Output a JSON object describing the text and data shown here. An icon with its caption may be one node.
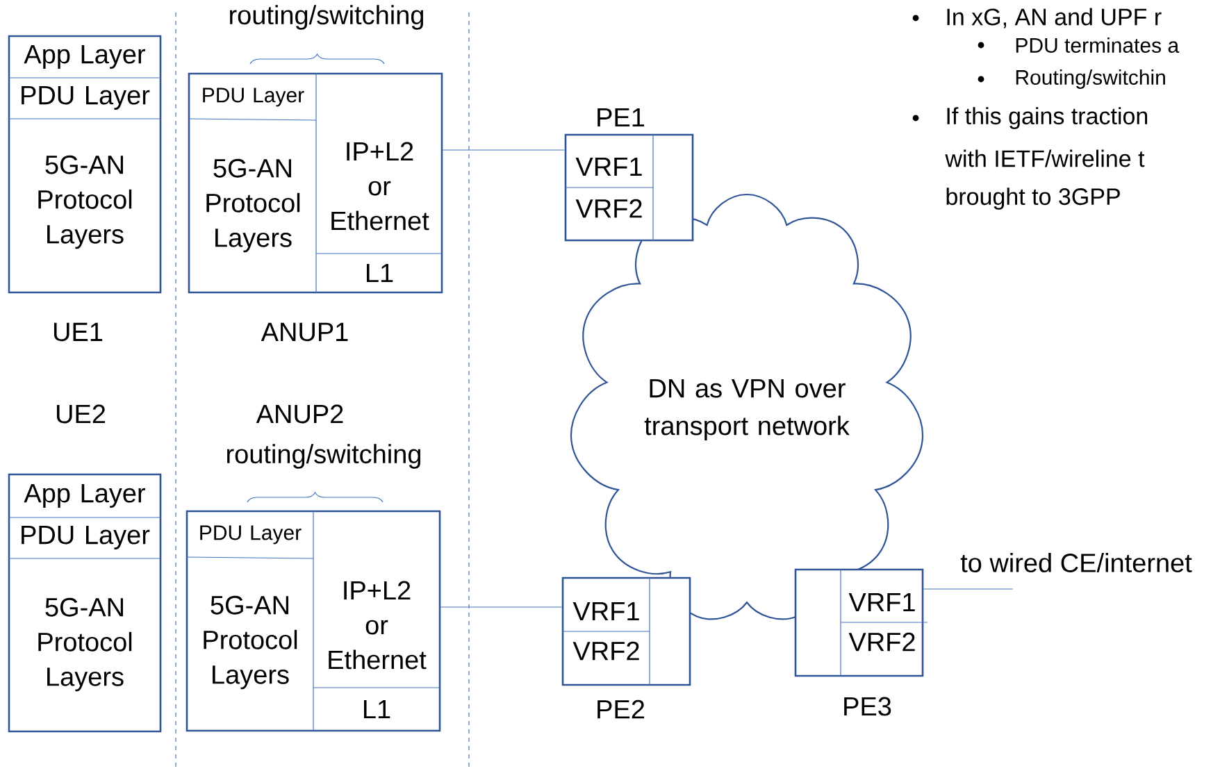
{
  "diagram": {
    "nodes": [
      {
        "text": [
          "App Layer",
          "PDU Layer",
          "5G-AN Protocol Layers"
        ],
        "beside": [
          "UE1"
        ]
      },
      {
        "text": [
          "PDU Layer",
          "5G-AN Protocol Layers",
          "IP+L2 or Ethernet",
          "L1"
        ],
        "beside": [
          "routing/switching",
          "ANUP1"
        ]
      },
      {
        "text": [
          "VRF1",
          "VRF2"
        ],
        "beside": [
          "PE1"
        ]
      },
      {
        "text": [
          "DN as VPN over transport network"
        ]
      },
      {
        "text": [
          "App Layer",
          "PDU Layer",
          "5G-AN Protocol Layers"
        ],
        "beside": [
          "UE2"
        ]
      },
      {
        "text": [
          "PDU Layer",
          "5G-AN Protocol Layers",
          "IP+L2 or Ethernet",
          "L1"
        ],
        "beside": [
          "ANUP2",
          "routing/switching"
        ]
      },
      {
        "text": [
          "VRF1",
          "VRF2"
        ],
        "beside": [
          "PE2"
        ]
      },
      {
        "text": [
          "VRF1",
          "VRF2"
        ],
        "beside": [
          "PE3"
        ]
      }
    ],
    "edges": [
      {
        "from": 1,
        "to": 2,
        "arrow": "none"
      },
      {
        "from": 5,
        "to": 6,
        "arrow": "none"
      },
      {
        "from": 7,
        "to": null,
        "arrow": "none",
        "label": "to wired CE/internet"
      }
    ],
    "labels": [
      "In xG, AN and UPF r",
      "PDU terminates a",
      "Routing/switchin",
      "If this gains traction",
      "with IETF/wireline t",
      "brought to 3GPP"
    ]
  }
}
